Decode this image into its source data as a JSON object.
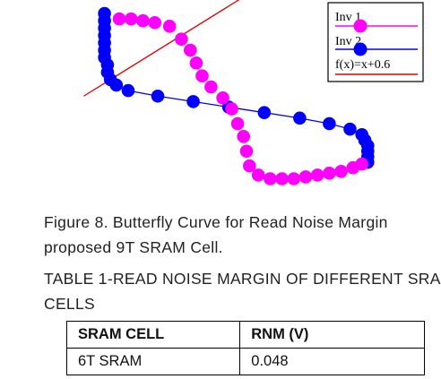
{
  "chart_data": {
    "type": "scatter",
    "legend": {
      "placement": "top-right",
      "entries": [
        {
          "label": "Inv 1",
          "color": "#ff00ff"
        },
        {
          "label": "Inv 2",
          "color": "#0000ff"
        },
        {
          "label": "f(x)=x+0.6",
          "color": "#e00000"
        }
      ]
    },
    "xlim": [
      0,
      1
    ],
    "ylim": [
      0,
      1
    ],
    "grid": false,
    "series": [
      {
        "name": "Inv 1",
        "color": "#ff00ff",
        "mode": "markers",
        "points": [
          [
            0.07,
            0.97
          ],
          [
            0.11,
            0.97
          ],
          [
            0.15,
            0.96
          ],
          [
            0.19,
            0.95
          ],
          [
            0.24,
            0.93
          ],
          [
            0.28,
            0.86
          ],
          [
            0.31,
            0.8
          ],
          [
            0.33,
            0.73
          ],
          [
            0.35,
            0.66
          ],
          [
            0.38,
            0.6
          ],
          [
            0.42,
            0.54
          ],
          [
            0.45,
            0.48
          ],
          [
            0.47,
            0.4
          ],
          [
            0.49,
            0.33
          ],
          [
            0.5,
            0.25
          ],
          [
            0.51,
            0.17
          ],
          [
            0.54,
            0.12
          ],
          [
            0.58,
            0.1
          ],
          [
            0.62,
            0.1
          ],
          [
            0.66,
            0.1
          ],
          [
            0.7,
            0.11
          ],
          [
            0.74,
            0.12
          ],
          [
            0.78,
            0.13
          ],
          [
            0.82,
            0.14
          ],
          [
            0.86,
            0.16
          ],
          [
            0.89,
            0.18
          ]
        ]
      },
      {
        "name": "Inv 2",
        "color": "#0000ff",
        "mode": "line+markers",
        "points": [
          [
            0.02,
            1.0
          ],
          [
            0.02,
            0.96
          ],
          [
            0.02,
            0.92
          ],
          [
            0.02,
            0.88
          ],
          [
            0.02,
            0.84
          ],
          [
            0.02,
            0.8
          ],
          [
            0.02,
            0.76
          ],
          [
            0.03,
            0.72
          ],
          [
            0.03,
            0.68
          ],
          [
            0.04,
            0.64
          ],
          [
            0.06,
            0.61
          ],
          [
            0.1,
            0.58
          ],
          [
            0.2,
            0.55
          ],
          [
            0.32,
            0.52
          ],
          [
            0.44,
            0.49
          ],
          [
            0.56,
            0.46
          ],
          [
            0.68,
            0.43
          ],
          [
            0.78,
            0.4
          ],
          [
            0.85,
            0.37
          ],
          [
            0.89,
            0.34
          ],
          [
            0.9,
            0.31
          ],
          [
            0.91,
            0.28
          ],
          [
            0.91,
            0.25
          ],
          [
            0.91,
            0.22
          ],
          [
            0.91,
            0.19
          ]
        ]
      },
      {
        "name": "f(x)=x+0.6",
        "color": "#e00000",
        "mode": "line",
        "points": [
          [
            -0.05,
            0.55
          ],
          [
            0.6,
            1.2
          ]
        ]
      }
    ]
  },
  "text": {
    "figure_caption_line1": "Figure 8. Butterfly Curve for Read Noise Margin",
    "figure_caption_line2": "proposed 9T SRAM Cell.",
    "table_title_line1": "TABLE 1-READ NOISE MARGIN OF DIFFERENT SRA",
    "table_title_line2": "CELLS"
  },
  "table": {
    "headers": [
      "SRAM CELL",
      "RNM (V)"
    ],
    "rows": [
      [
        "6T SRAM",
        "0.048"
      ]
    ]
  }
}
